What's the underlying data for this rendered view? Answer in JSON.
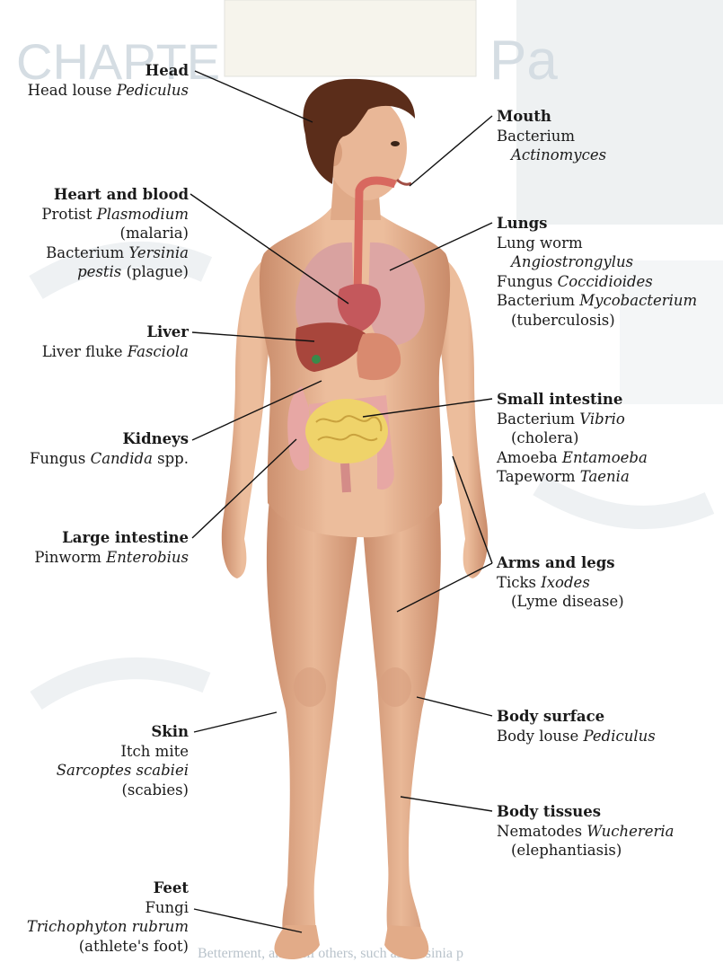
{
  "labels": {
    "head": {
      "title": "Head",
      "lines": [
        [
          "Head louse ",
          "Pediculus"
        ]
      ]
    },
    "heart": {
      "title": "Heart and blood",
      "lines": [
        [
          "Protist ",
          "Plasmodium"
        ],
        [
          "(malaria)",
          ""
        ],
        [
          "Bacterium ",
          "Yersinia"
        ],
        [
          "",
          "pestis",
          " (plague)"
        ]
      ]
    },
    "liver": {
      "title": "Liver",
      "lines": [
        [
          "Liver fluke ",
          "Fasciola"
        ]
      ]
    },
    "kidneys": {
      "title": "Kidneys",
      "lines": [
        [
          "Fungus ",
          "Candida",
          " spp."
        ]
      ]
    },
    "large_intestine": {
      "title": "Large intestine",
      "lines": [
        [
          "Pinworm ",
          "Enterobius"
        ]
      ]
    },
    "skin": {
      "title": "Skin",
      "lines": [
        [
          "Itch mite",
          ""
        ],
        [
          "",
          "Sarcoptes scabiei"
        ],
        [
          "(scabies)",
          ""
        ]
      ]
    },
    "feet": {
      "title": "Feet",
      "lines": [
        [
          "Fungi",
          ""
        ],
        [
          "",
          "Trichophyton rubrum"
        ],
        [
          "(athlete's foot)",
          ""
        ]
      ]
    },
    "mouth": {
      "title": "Mouth",
      "lines": [
        [
          "Bacterium",
          ""
        ],
        [
          "",
          "Actinomyces"
        ]
      ]
    },
    "lungs": {
      "title": "Lungs",
      "lines": [
        [
          "Lung worm",
          ""
        ],
        [
          "",
          "Angiostrongylus"
        ],
        [
          "Fungus ",
          "Coccidioides"
        ],
        [
          "Bacterium ",
          "Mycobacterium"
        ],
        [
          "(tuberculosis)",
          ""
        ]
      ]
    },
    "small_intestine": {
      "title": "Small intestine",
      "lines": [
        [
          "Bacterium ",
          "Vibrio"
        ],
        [
          "(cholera)",
          ""
        ],
        [
          "Amoeba ",
          "Entamoeba"
        ],
        [
          "Tapeworm ",
          "Taenia"
        ]
      ]
    },
    "arms_legs": {
      "title": "Arms and legs",
      "lines": [
        [
          "Ticks ",
          "Ixodes"
        ],
        [
          "(Lyme disease)",
          ""
        ]
      ]
    },
    "body_surface": {
      "title": "Body surface",
      "lines": [
        [
          "Body louse ",
          "Pediculus"
        ]
      ]
    },
    "body_tissues": {
      "title": "Body tissues",
      "lines": [
        [
          "Nematodes ",
          "Wuchereria"
        ],
        [
          "(elephantiasis)",
          ""
        ]
      ]
    }
  },
  "background_text": {
    "chapter": "CHAPTE",
    "pa": "Pa",
    "bottom_line": "Betterment, and still others, such as Yersinia p"
  },
  "colors": {
    "skin": "#e7b493",
    "skin_shadow": "#c98b6a",
    "hair": "#5b2d1a",
    "lung": "#d9a2a0",
    "heart": "#c4585c",
    "liver": "#a8463c",
    "stomach": "#d98a6f",
    "small_intestine": "#efd36a",
    "large_intestine": "#e7a7a4",
    "leader": "#111111",
    "background_text": "#c9d4dc"
  }
}
